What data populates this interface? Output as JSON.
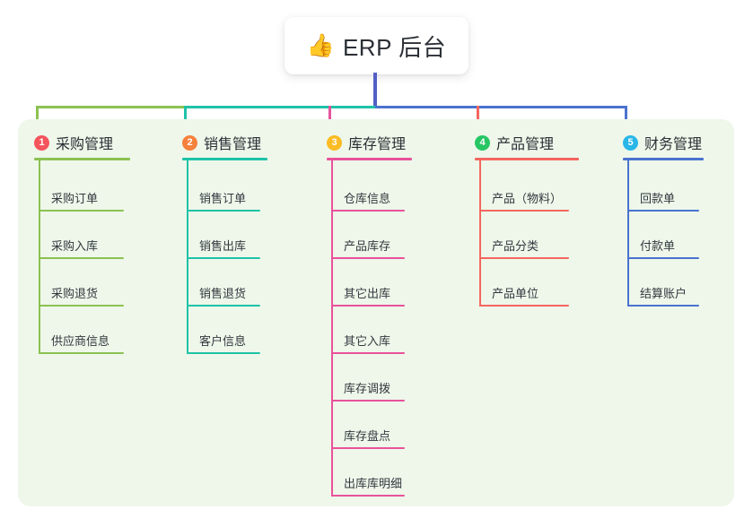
{
  "root": {
    "icon": "thumbs-up-emoji",
    "emoji": "👍",
    "title": "ERP 后台"
  },
  "colors": {
    "panel_bg": "#eef7ea",
    "root_stem": "#5260c4",
    "branch_1": "#8cc152",
    "branch_2": "#1fc2a7",
    "branch_3": "#e8529a",
    "branch_4": "#f4665f",
    "branch_5": "#4a73cf",
    "badge_1": "#f4545c",
    "badge_2": "#f5813c",
    "badge_3": "#fbbc24",
    "badge_4": "#27c665",
    "badge_5": "#29b6e8",
    "text": "#2b2f36"
  },
  "branches": [
    {
      "number": "1",
      "title": "采购管理",
      "line_color": "#8cc152",
      "badge_color": "#f4545c",
      "leaves": [
        {
          "label": "采购订单"
        },
        {
          "label": "采购入库"
        },
        {
          "label": "采购退货"
        },
        {
          "label": "供应商信息"
        }
      ]
    },
    {
      "number": "2",
      "title": "销售管理",
      "line_color": "#1fc2a7",
      "badge_color": "#f5813c",
      "leaves": [
        {
          "label": "销售订单"
        },
        {
          "label": "销售出库"
        },
        {
          "label": "销售退货"
        },
        {
          "label": "客户信息"
        }
      ]
    },
    {
      "number": "3",
      "title": "库存管理",
      "line_color": "#e8529a",
      "badge_color": "#fbbc24",
      "leaves": [
        {
          "label": "仓库信息"
        },
        {
          "label": "产品库存"
        },
        {
          "label": "其它出库"
        },
        {
          "label": "其它入库"
        },
        {
          "label": "库存调拨"
        },
        {
          "label": "库存盘点"
        },
        {
          "label": "出库库明细"
        }
      ]
    },
    {
      "number": "4",
      "title": "产品管理",
      "line_color": "#f4665f",
      "badge_color": "#27c665",
      "leaves": [
        {
          "label": "产品（物料）"
        },
        {
          "label": "产品分类"
        },
        {
          "label": "产品单位"
        }
      ]
    },
    {
      "number": "5",
      "title": "财务管理",
      "line_color": "#4a73cf",
      "badge_color": "#29b6e8",
      "leaves": [
        {
          "label": "回款单"
        },
        {
          "label": "付款单"
        },
        {
          "label": "结算账户"
        }
      ]
    }
  ]
}
